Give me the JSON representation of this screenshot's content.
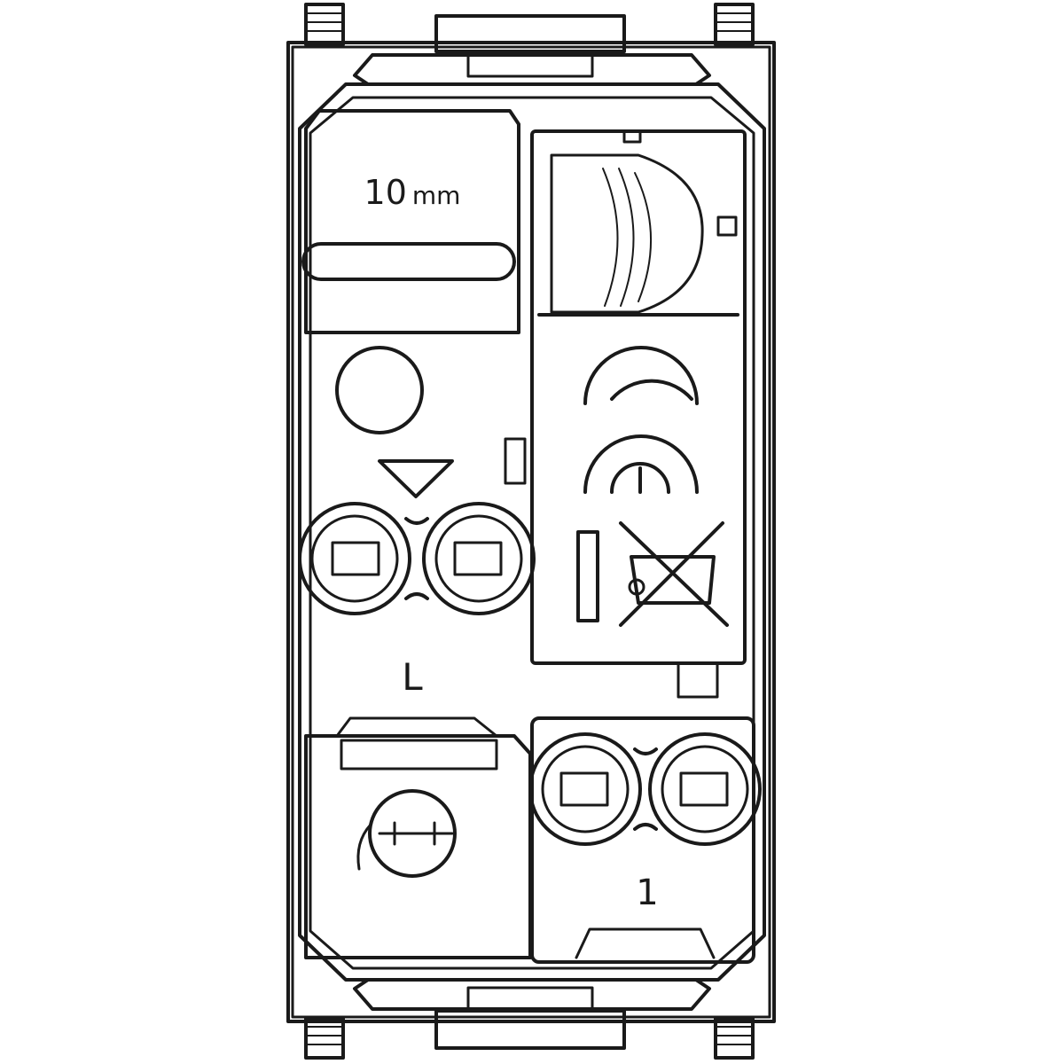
{
  "colors": {
    "stroke": "#1a1a1a",
    "background": "#ffffff"
  },
  "labels": {
    "strip_length": "10",
    "strip_unit": "mm",
    "terminal_l": "L",
    "terminal_1": "1"
  },
  "icons": [
    "ce-mark-icon",
    "weee-crossed-bin-icon",
    "indicator-lamp-icon",
    "insertion-arrow-icon",
    "release-circle-icon"
  ]
}
